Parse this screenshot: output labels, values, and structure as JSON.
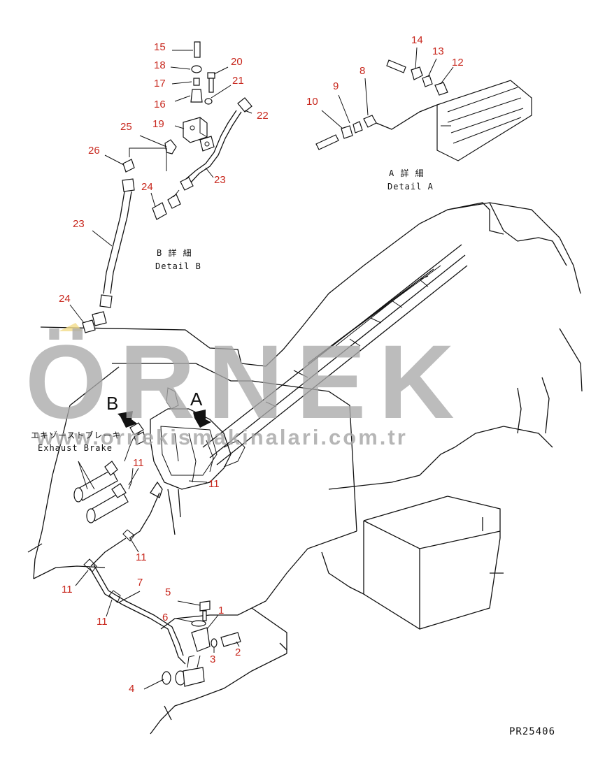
{
  "colors": {
    "callout": "#c8281e",
    "watermark": "#a9a9a9",
    "watermark_accent": "#f2dc8a",
    "ink": "#111111"
  },
  "detail_a": {
    "jp": "A 詳 細",
    "en": "Detail A"
  },
  "detail_b": {
    "jp": "B 詳 細",
    "en": "Detail B"
  },
  "view_arrows": {
    "a": "A",
    "b": "B"
  },
  "exhaust_brake": {
    "jp": "エキゾーストブレーキ",
    "en": "Exhaust Brake"
  },
  "watermark": {
    "brand": "ÖRNEK",
    "url": "www.ornekismakinalari.com.tr"
  },
  "drawing_code": "PR25406",
  "callouts": {
    "c15": "15",
    "c18": "18",
    "c17": "17",
    "c16": "16",
    "c20": "20",
    "c21": "21",
    "c22": "22",
    "c19": "19",
    "c25": "25",
    "c26": "26",
    "c24a": "24",
    "c23a": "23",
    "c23b": "23",
    "c24b": "24",
    "c14": "14",
    "c13": "13",
    "c12": "12",
    "c8": "8",
    "c9": "9",
    "c10": "10",
    "c11a": "11",
    "c11b": "11",
    "c11c": "11",
    "c11d": "11",
    "c11e": "11",
    "c7": "7",
    "c5": "5",
    "c1": "1",
    "c6": "6",
    "c3": "3",
    "c2": "2",
    "c4": "4"
  }
}
